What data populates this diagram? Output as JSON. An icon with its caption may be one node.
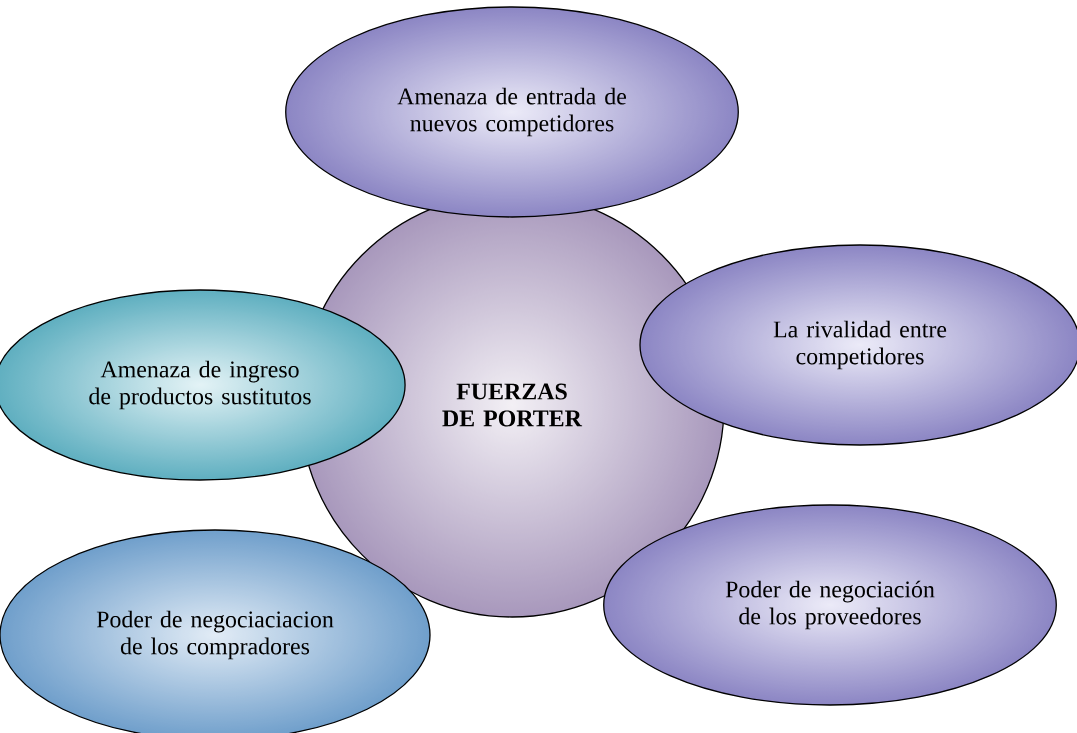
{
  "diagram": {
    "nodes": [
      {
        "text": [
          "**FUERZAS DE PORTER**"
        ]
      },
      {
        "text": [
          "Amenaza de entrada de nuevos competidores"
        ]
      },
      {
        "text": [
          "Amenaza de ingreso de productos sustitutos"
        ]
      },
      {
        "text": [
          "La rivalidad entre competidores"
        ]
      },
      {
        "text": [
          "Poder de negociaciacion de los compradores"
        ]
      },
      {
        "text": [
          "Poder de negociación de los proveedores"
        ]
      }
    ]
  }
}
